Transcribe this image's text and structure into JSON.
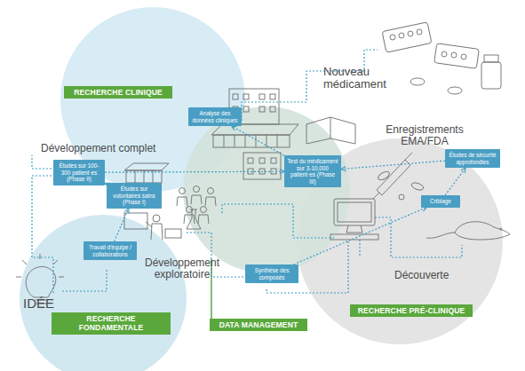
{
  "diagram": {
    "nodes": [
      {
        "text": [
          "RECHERCHE CLINIQUE"
        ]
      },
      {
        "text": [
          "Analyse des données cliniques"
        ]
      },
      {
        "text": [
          "Études sur 100-300 patient·es (Phase II)"
        ]
      },
      {
        "text": [
          "Test du médicament sur 3-10,000 patient·es (Phase III)"
        ]
      },
      {
        "text": [
          "Criblage"
        ]
      },
      {
        "text": [
          "Études de sécurité approfondies"
        ]
      },
      {
        "text": [
          "Études sur volontaires sains (Phase I)"
        ]
      },
      {
        "text": [
          "Travail d'équipe / collaborations"
        ]
      },
      {
        "text": [
          "Synthèse des composés"
        ]
      },
      {
        "text": [
          "RECHERCHE FONDAMENTALE"
        ]
      },
      {
        "text": [
          "DATA MANAGEMENT"
        ]
      },
      {
        "text": [
          "RECHERCHE PRÉ-CLINIQUE"
        ]
      }
    ],
    "edges": [
      {
        "from": 7,
        "to": 6,
        "arrow": "to"
      },
      {
        "from": 6,
        "to": 2,
        "arrow": "to"
      },
      {
        "from": 2,
        "to": 3,
        "arrow": "to"
      },
      {
        "from": 3,
        "to": 1,
        "arrow": "to"
      },
      {
        "from": 8,
        "to": 4,
        "arrow": "to"
      },
      {
        "from": 4,
        "to": 5,
        "arrow": "to"
      },
      {
        "from": 5,
        "to": 3,
        "arrow": "to"
      }
    ],
    "labels": [
      "Nouveau médicament",
      "Développement complet",
      "Enregistrements EMA/FDA",
      "Développement exploratoire",
      "Découverte",
      "IDÉE"
    ]
  }
}
